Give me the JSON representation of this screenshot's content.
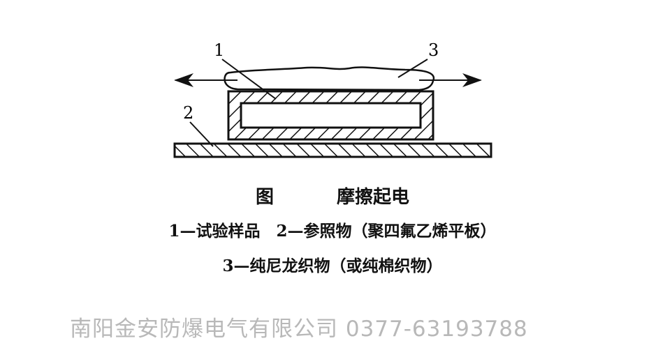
{
  "diagram": {
    "labels": {
      "sample": "1",
      "reference": "2",
      "fabric": "3"
    },
    "caption": {
      "figure": "图",
      "title": "摩擦起电"
    },
    "legend": [
      "1—试验样品　2—参照物（聚四氟乙烯平板）",
      "3—纯尼龙织物（或纯棉织物）"
    ]
  },
  "watermark": "南阳金安防爆电气有限公司 0377-63193788"
}
